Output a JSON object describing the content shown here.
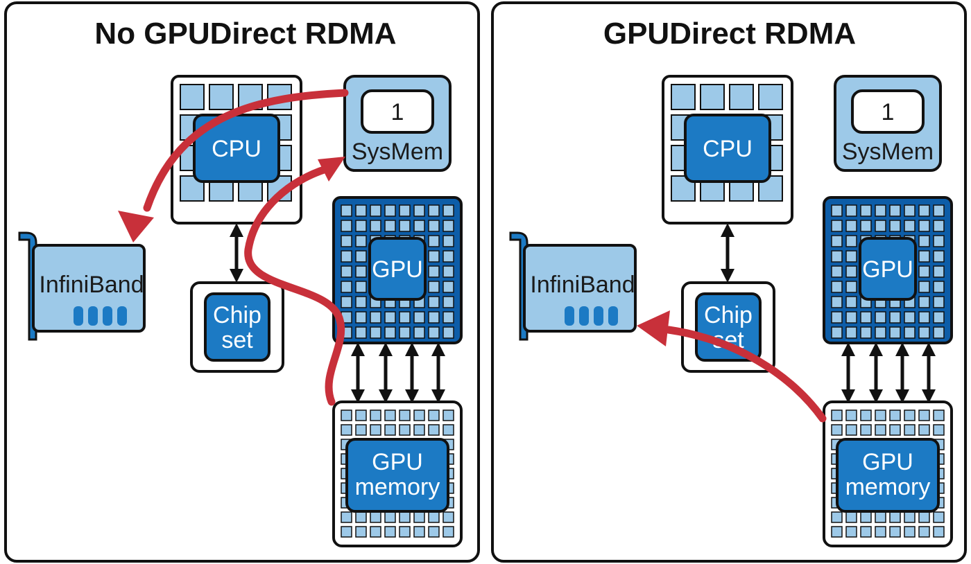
{
  "panels": [
    {
      "title": "No GPUDirect RDMA",
      "cpu": "CPU",
      "sysmem": "SysMem",
      "sysmem_badge": "1",
      "gpu": "GPU",
      "chipset_line1": "Chip",
      "chipset_line2": "set",
      "infiniband": "InfiniBand",
      "gpu_memory_line1": "GPU",
      "gpu_memory_line2": "memory"
    },
    {
      "title": "GPUDirect RDMA",
      "cpu": "CPU",
      "sysmem": "SysMem",
      "sysmem_badge": "1",
      "gpu": "GPU",
      "chipset_line1": "Chip",
      "chipset_line2": "set",
      "infiniband": "InfiniBand",
      "gpu_memory_line1": "GPU",
      "gpu_memory_line2": "memory"
    }
  ],
  "colors": {
    "border": "#111111",
    "light_blue": "#9dc9e8",
    "mid_blue": "#1c7ac4",
    "dark_blue": "#0d5da8",
    "red_path": "#c8303a"
  }
}
